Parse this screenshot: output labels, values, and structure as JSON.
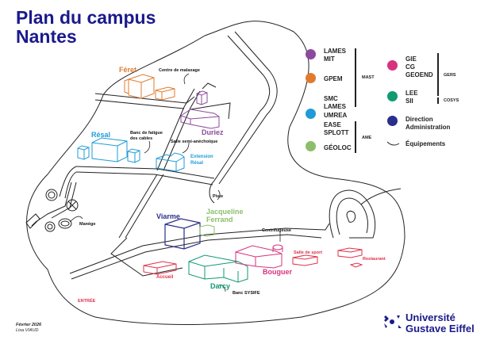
{
  "title": {
    "line1": "Plan du campus",
    "line2": "Nantes"
  },
  "legend": {
    "items": [
      {
        "labels": [
          "LAMES",
          "MIT"
        ],
        "color": "#8b4a9c"
      },
      {
        "labels": [
          "GPEM"
        ],
        "color": "#e07b2e"
      },
      {
        "labels": [
          "SMC",
          "LAMES",
          "UMREA"
        ],
        "color": "#1f9bd7"
      },
      {
        "labels": [
          "EASE",
          "SPLOTT",
          "GÉOLOC"
        ],
        "color": "#8dbf6a"
      },
      {
        "labels": [
          "GIE",
          "CG",
          "GEOEND"
        ],
        "color": "#d6337e"
      },
      {
        "labels": [
          "LEE",
          "SII"
        ],
        "color": "#0f9b72"
      },
      {
        "labels": [
          "Direction",
          "Administration"
        ],
        "color": "#2a2e8c"
      }
    ],
    "groups": {
      "mast": "MAST",
      "ame": "AME",
      "gers": "GERS",
      "cosys": "COSYS"
    },
    "equipment_label": "Équipements"
  },
  "buildings": {
    "feret": {
      "label": "Féret",
      "color": "#e07b2e"
    },
    "duriez": {
      "label": "Duriez",
      "color": "#8b4a9c"
    },
    "resal": {
      "label": "Résal",
      "color": "#1f9bd7"
    },
    "extension_resal": {
      "label1": "Extension",
      "label2": "Résal",
      "color": "#1f9bd7"
    },
    "viarme": {
      "label": "Viarme",
      "color": "#2a2e8c"
    },
    "jacqueline_ferrand": {
      "label1": "Jacqueline",
      "label2": "Ferrand",
      "color": "#8dbf6a"
    },
    "darcy": {
      "label": "Darcy",
      "color": "#0f9b72"
    },
    "bouguer": {
      "label": "Bouguer",
      "color": "#d6337e"
    },
    "accueil": {
      "label": "Accueil",
      "color": "#e0304a"
    },
    "salle_sport": {
      "label": "Salle de sport",
      "color": "#e0304a"
    },
    "restaurant": {
      "label": "Restaurant",
      "color": "#e0304a"
    }
  },
  "equipments": {
    "centre_malaxage": "Centre de malaxage",
    "banc_fatigue": [
      "Banc de fatigue",
      "des cables"
    ],
    "salle_semi": "Salle semi-anéchoïque",
    "piste": "Piste",
    "manege": "Manège",
    "centrifugeuse": "Centrifugeuse",
    "banc_sysife": "Banc SYSIFE"
  },
  "entree": {
    "label": "ENTRÉE",
    "color": "#e0304a"
  },
  "credit": {
    "date": "Février 2026",
    "author": "Lisa VIAUD"
  },
  "logo": {
    "line1": "Université",
    "line2": "Gustave Eiffel",
    "color": "#1a1a8c"
  }
}
